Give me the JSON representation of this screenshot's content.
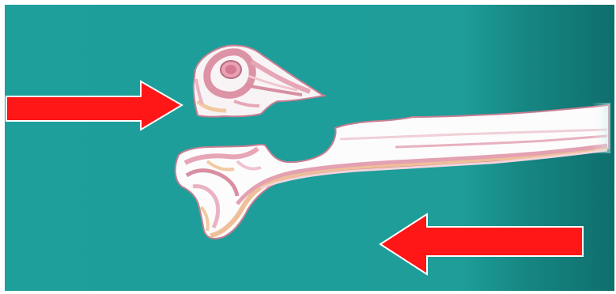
{
  "image": {
    "subject": "bone-fracture-illustration",
    "colors": {
      "background": "#1f9e9b",
      "background_dark": "#137a78",
      "arrow": "#ff1a1a",
      "arrow_outline": "#ffffff",
      "bone_white": "#fbfbfb",
      "bone_pink": "#d98a9e",
      "bone_light_pink": "#efc4cf",
      "bone_peach": "#f2c79a",
      "bone_outline": "#c57c8f"
    },
    "elements": [
      {
        "name": "left-arrow-pointing-right",
        "direction": "right"
      },
      {
        "name": "right-arrow-pointing-left",
        "direction": "left"
      },
      {
        "name": "femoral-head-fragment"
      },
      {
        "name": "femur-shaft"
      }
    ]
  }
}
